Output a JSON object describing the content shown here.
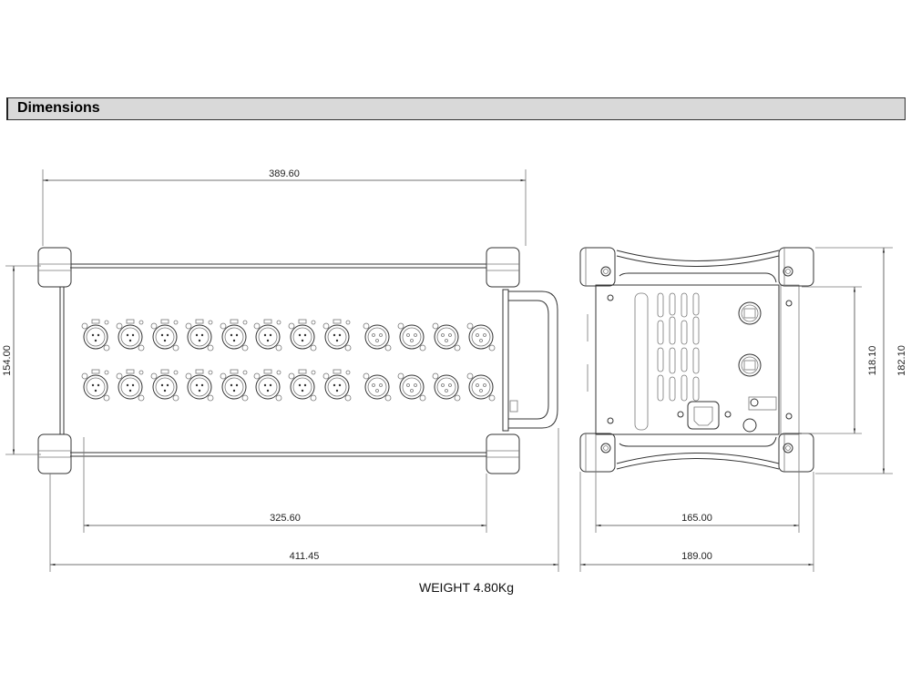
{
  "header": {
    "title": "Dimensions"
  },
  "front_view": {
    "width_top": "389.60",
    "height_left": "154.00",
    "width_inner": "325.60",
    "width_overall": "411.45",
    "female_xlr_per_row": 8,
    "male_xlr_per_row": 4,
    "rows": 2
  },
  "side_view": {
    "height_overall": "182.10",
    "height_inner": "118.10",
    "width_inner": "165.00",
    "width_overall": "189.00"
  },
  "weight": "WEIGHT 4.80Kg"
}
